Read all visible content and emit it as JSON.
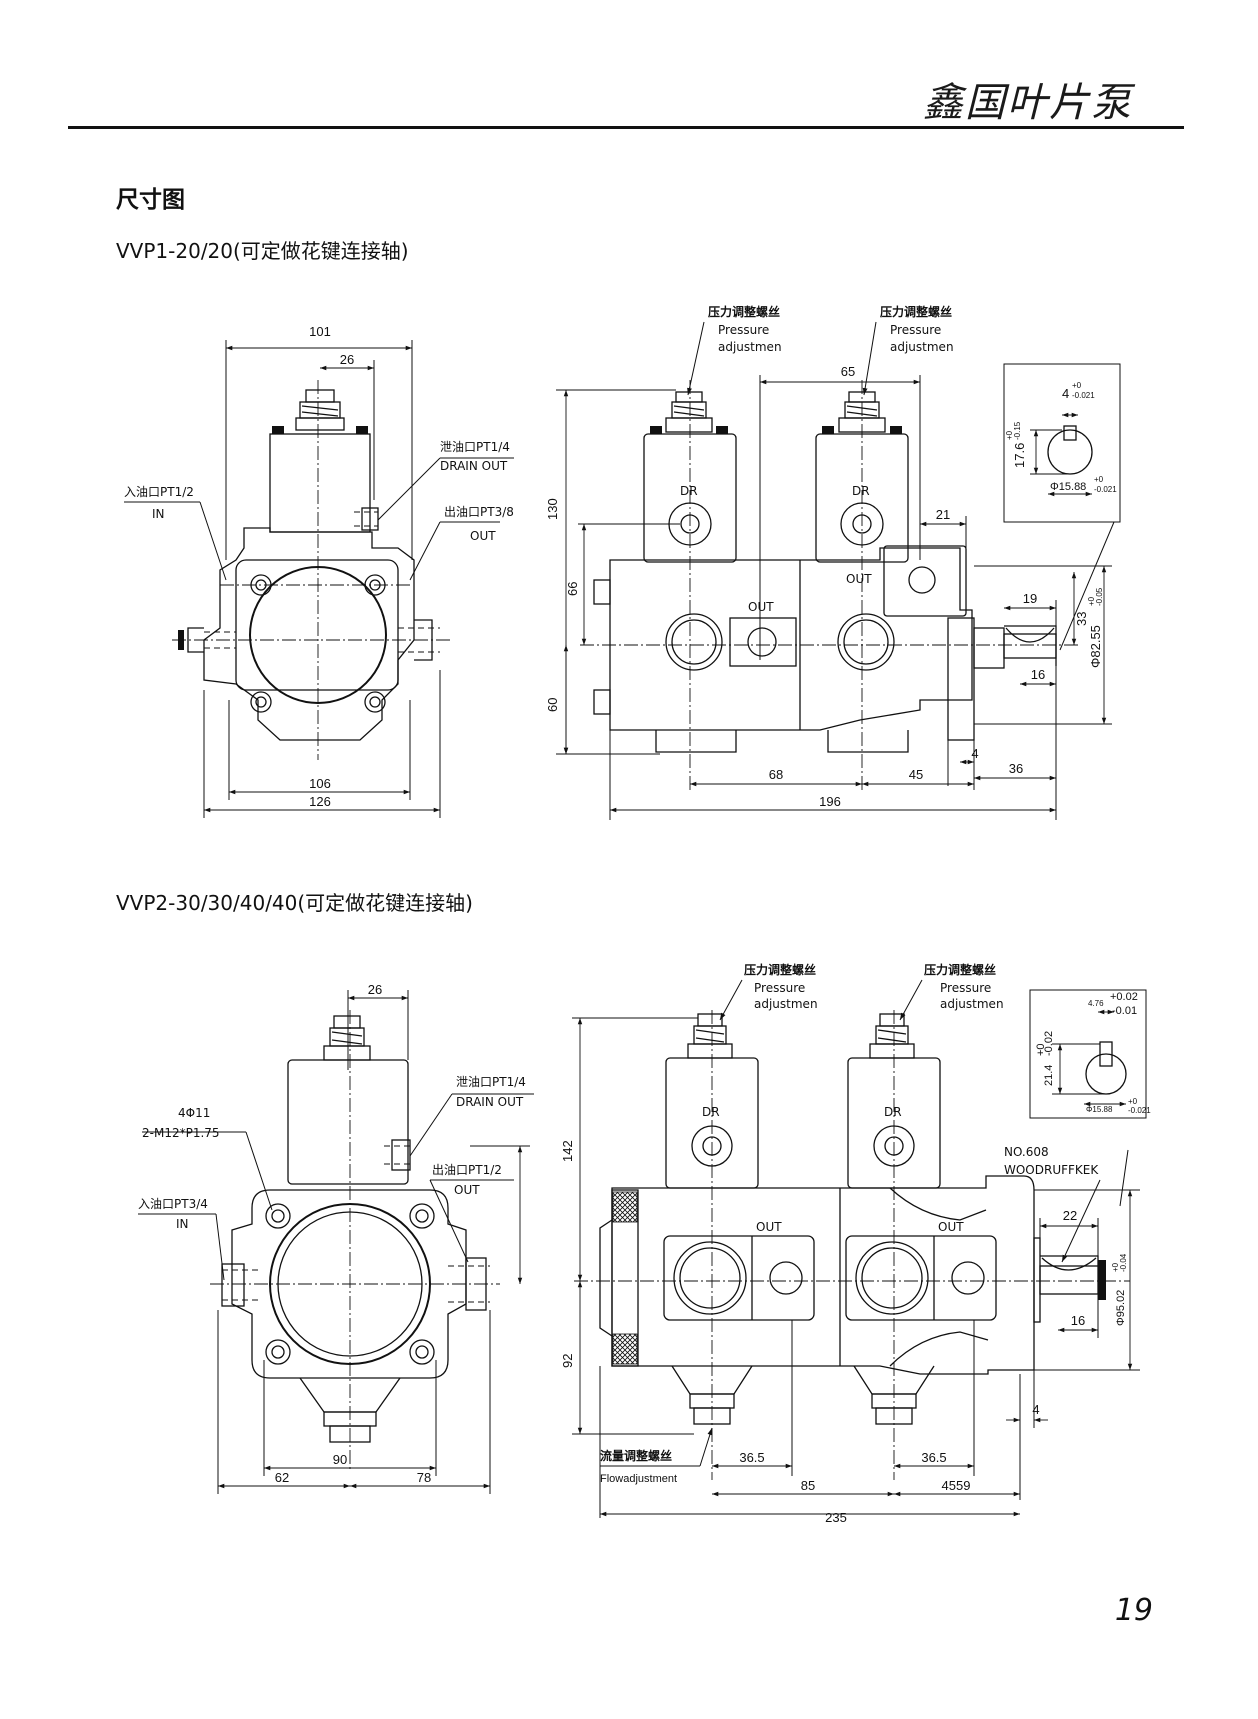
{
  "header": {
    "brand": "鑫国叶片泵"
  },
  "section_title": "尺寸图",
  "page_number": "19",
  "model1": {
    "caption": "VVP1-20/20(可定做花键连接轴)",
    "front": {
      "dims": {
        "d101": "101",
        "d26": "26",
        "d106": "106",
        "d126": "126"
      },
      "drain": {
        "cn": "泄油口PT1/4",
        "en": "DRAIN OUT"
      },
      "inlet": {
        "cn": "入油口PT1/2",
        "en": "IN"
      },
      "outlet": {
        "cn": "出油口PT3/8",
        "en": "OUT"
      }
    },
    "side": {
      "pressure1": {
        "cn": "压力调整螺丝",
        "en1": "Pressure",
        "en2": "adjustmen"
      },
      "pressure2": {
        "cn": "压力调整螺丝",
        "en1": "Pressure",
        "en2": "adjustmen"
      },
      "labels": {
        "dr1": "DR",
        "dr2": "DR",
        "out1": "OUT",
        "out2": "OUT"
      },
      "dims": {
        "d65": "65",
        "d130": "130",
        "d66": "66",
        "d60": "60",
        "d21": "21",
        "d19": "19",
        "d16": "16",
        "d33": "33",
        "d68": "68",
        "d45": "45",
        "d4": "4",
        "d36": "36",
        "d196": "196",
        "phi": "Φ82.55",
        "phi_tol_up": "+0",
        "phi_tol_low": "-0.05"
      }
    },
    "shaft": {
      "w": "4",
      "w_up": "+0",
      "w_low": "-0.021",
      "h": "17.6",
      "h_up": "+0",
      "h_low": "-0.15",
      "d": "Φ15.88",
      "d_up": "+0",
      "d_low": "-0.021"
    }
  },
  "model2": {
    "caption": "VVP2-30/30/40/40(可定做花键连接轴)",
    "front": {
      "dims": {
        "d26": "26",
        "d90": "90",
        "d62": "62",
        "d78": "78"
      },
      "holes": {
        "l1": "4Φ11",
        "l2": "2-M12*P1.75"
      },
      "drain": {
        "cn": "泄油口PT1/4",
        "en": "DRAIN OUT"
      },
      "inlet": {
        "cn": "入油口PT3/4",
        "en": "IN"
      },
      "outlet": {
        "cn": "出油口PT1/2",
        "en": "OUT"
      }
    },
    "side": {
      "pressure1": {
        "cn": "压力调整螺丝",
        "en1": "Pressure",
        "en2": "adjustmen"
      },
      "pressure2": {
        "cn": "压力调整螺丝",
        "en1": "Pressure",
        "en2": "adjustmen"
      },
      "flow": {
        "cn": "流量调整螺丝",
        "en": "Flowadjustment"
      },
      "labels": {
        "dr1": "DR",
        "dr2": "DR",
        "out1": "OUT",
        "out2": "OUT"
      },
      "key": {
        "l1": "NO.608",
        "l2": "WOODRUFFKEK"
      },
      "dims": {
        "d142": "142",
        "d92": "92",
        "d22": "22",
        "d16": "16",
        "d4": "4",
        "d365a": "36.5",
        "d365b": "36.5",
        "d85": "85",
        "d4559": "4559",
        "d235": "235",
        "phi": "Φ95.02",
        "phi_up": "+0",
        "phi_low": "-0.04"
      }
    },
    "shaft": {
      "w": "4.76",
      "w_up": "+0.02",
      "w_low": "-0.01",
      "h": "21.4",
      "h_up": "+0",
      "h_low": "-0.02",
      "d": "Φ15.88",
      "d_up": "+0",
      "d_low": "-0.021"
    }
  }
}
